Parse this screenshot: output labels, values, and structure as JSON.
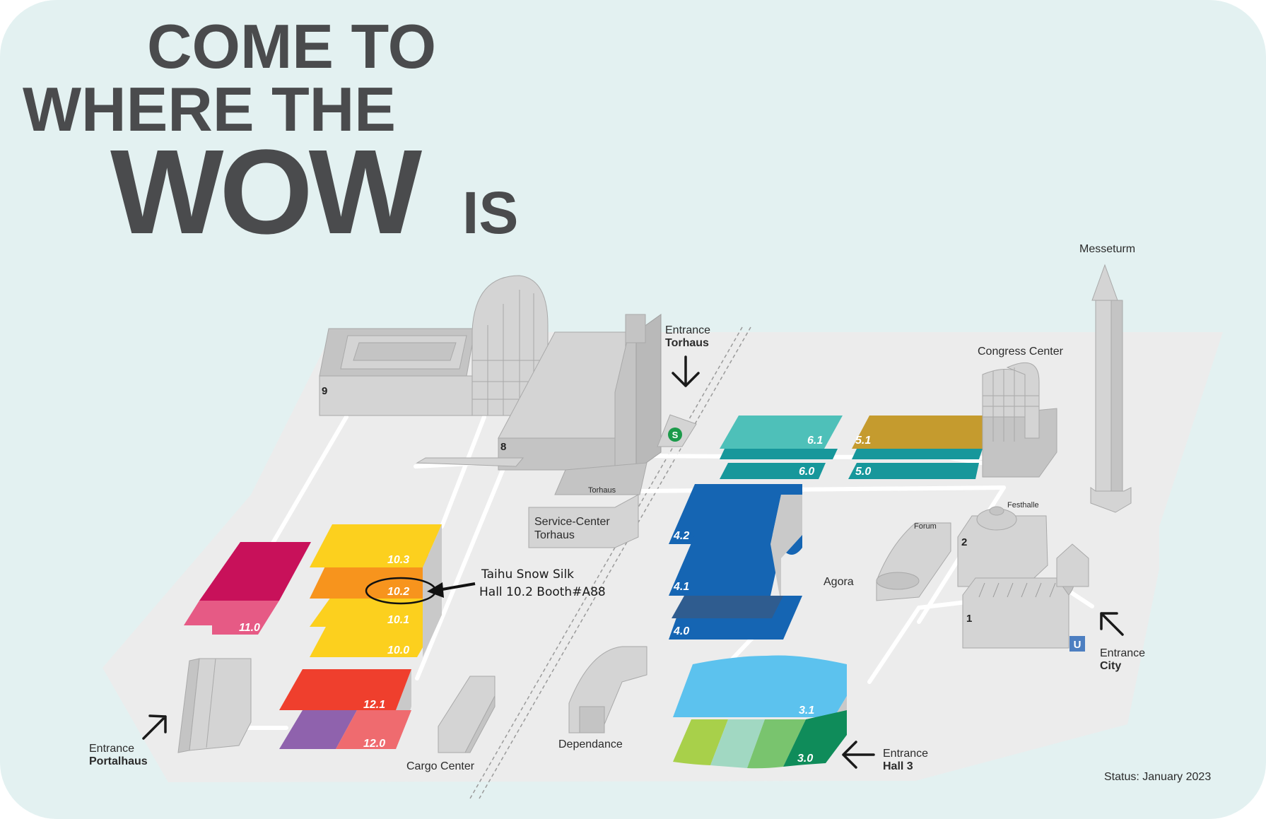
{
  "headline": {
    "line1": "COME TO",
    "line2": "WHERE THE",
    "wow": "WOW",
    "is": "IS"
  },
  "colors": {
    "background": "#e3f1f1",
    "ground": "#ececec",
    "hall_11": "#c8115a",
    "hall_11_lower": "#e65a85",
    "hall_10": "#fcd01e",
    "hall_10_2": "#f7941d",
    "hall_12_1": "#ef3f2d",
    "hall_12_0_left": "#8f62ad",
    "hall_12_0_right": "#ef6b6f",
    "hall_6_1": "#4ec0b9",
    "hall_6_0": "#17979b",
    "hall_5_1": "#c59b2e",
    "hall_5_0": "#17979b",
    "hall_4": "#1565b3",
    "hall_4_0": "#2f5c8f",
    "hall_3_1": "#5cc2ee",
    "hall_3_0": [
      "#a8d04a",
      "#a1d8c2",
      "#79c46e",
      "#0f8c5a"
    ]
  },
  "halls": {
    "h11": "11.0",
    "h10_3": "10.3",
    "h10_2": "10.2",
    "h10_1": "10.1",
    "h10_0": "10.0",
    "h12_1": "12.1",
    "h12_0": "12.0",
    "h6_1": "6.1",
    "h6_0": "6.0",
    "h5_1": "5.1",
    "h5_0": "5.0",
    "h4_2": "4.2",
    "h4_1": "4.1",
    "h4_0": "4.0",
    "h3_1": "3.1",
    "h3_0": "3.0"
  },
  "buildings": {
    "b9": "9",
    "b8": "8",
    "b2": "2",
    "b1": "1",
    "messeturm": "Messeturm",
    "congress_center": "Congress Center",
    "torhaus": "Torhaus",
    "service_center_l1": "Service-Center",
    "service_center_l2": "Torhaus",
    "forum": "Forum",
    "festhalle": "Festhalle",
    "agora": "Agora",
    "dependance": "Dependance",
    "cargo_center": "Cargo Center"
  },
  "entrances": {
    "torhaus_l1": "Entrance",
    "torhaus_l2": "Torhaus",
    "portalhaus_l1": "Entrance",
    "portalhaus_l2": "Portalhaus",
    "hall3_l1": "Entrance",
    "hall3_l2": "Hall 3",
    "city_l1": "Entrance",
    "city_l2": "City"
  },
  "transit": {
    "s_bahn": "S",
    "u_bahn": "U"
  },
  "annotation": {
    "line1": "Taihu Snow Silk",
    "line2": "Hall 10.2 Booth#A88"
  },
  "status": "Status: January 2023"
}
